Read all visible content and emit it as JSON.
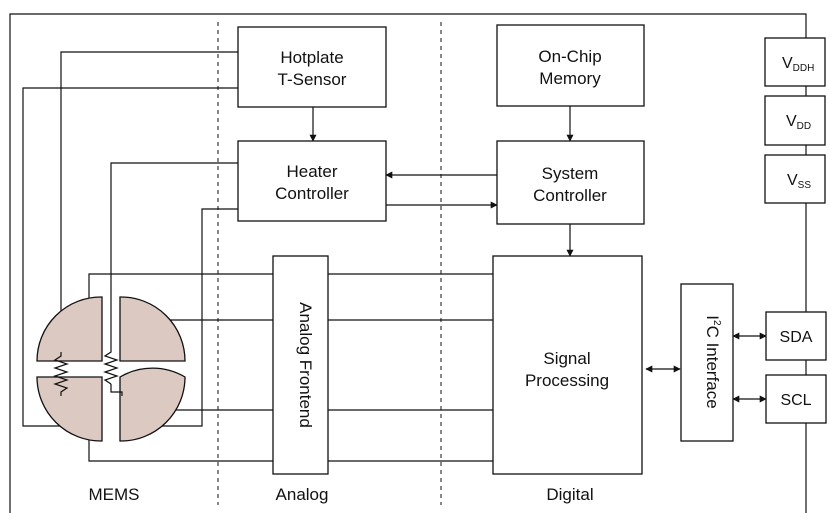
{
  "sections": {
    "mems": "MEMS",
    "analog": "Analog",
    "digital": "Digital"
  },
  "blocks": {
    "hotplate_sensor": {
      "line1": "Hotplate",
      "line2": "T-Sensor"
    },
    "heater_controller": {
      "line1": "Heater",
      "line2": "Controller"
    },
    "on_chip_memory": {
      "line1": "On-Chip",
      "line2": "Memory"
    },
    "system_controller": {
      "line1": "System",
      "line2": "Controller"
    },
    "analog_frontend": "Analog Frontend",
    "signal_processing": {
      "line1": "Signal",
      "line2": "Processing"
    },
    "i2c_interface": {
      "prefix": "I",
      "sup": "2",
      "suffix": "C Interface"
    }
  },
  "pins": {
    "vddh": {
      "main": "V",
      "sub": "DDH"
    },
    "vdd": {
      "main": "V",
      "sub": "DD"
    },
    "vss": {
      "main": "V",
      "sub": "SS"
    },
    "sda": "SDA",
    "scl": "SCL"
  },
  "colors": {
    "mems_fill": "#dcc9c1",
    "line": "#111111",
    "background": "#ffffff"
  }
}
